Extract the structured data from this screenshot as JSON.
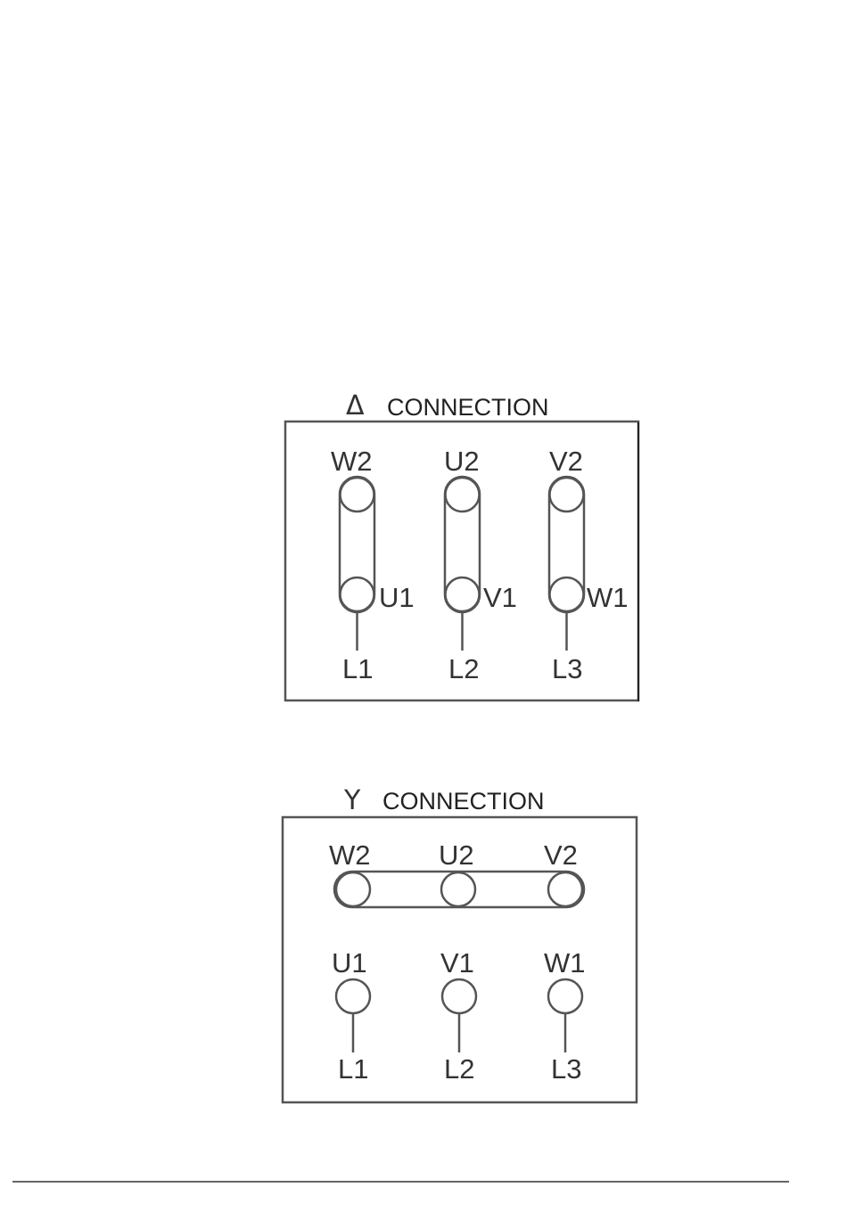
{
  "delta": {
    "symbol": "Δ",
    "title": "CONNECTION",
    "terminals_top": [
      "W2",
      "U2",
      "V2"
    ],
    "terminals_bottom": [
      "U1",
      "V1",
      "W1"
    ],
    "lines": [
      "L1",
      "L2",
      "L3"
    ]
  },
  "wye": {
    "symbol": "Y",
    "title": "CONNECTION",
    "terminals_top": [
      "W2",
      "U2",
      "V2"
    ],
    "terminals_bottom": [
      "U1",
      "V1",
      "W1"
    ],
    "lines": [
      "L1",
      "L2",
      "L3"
    ]
  }
}
